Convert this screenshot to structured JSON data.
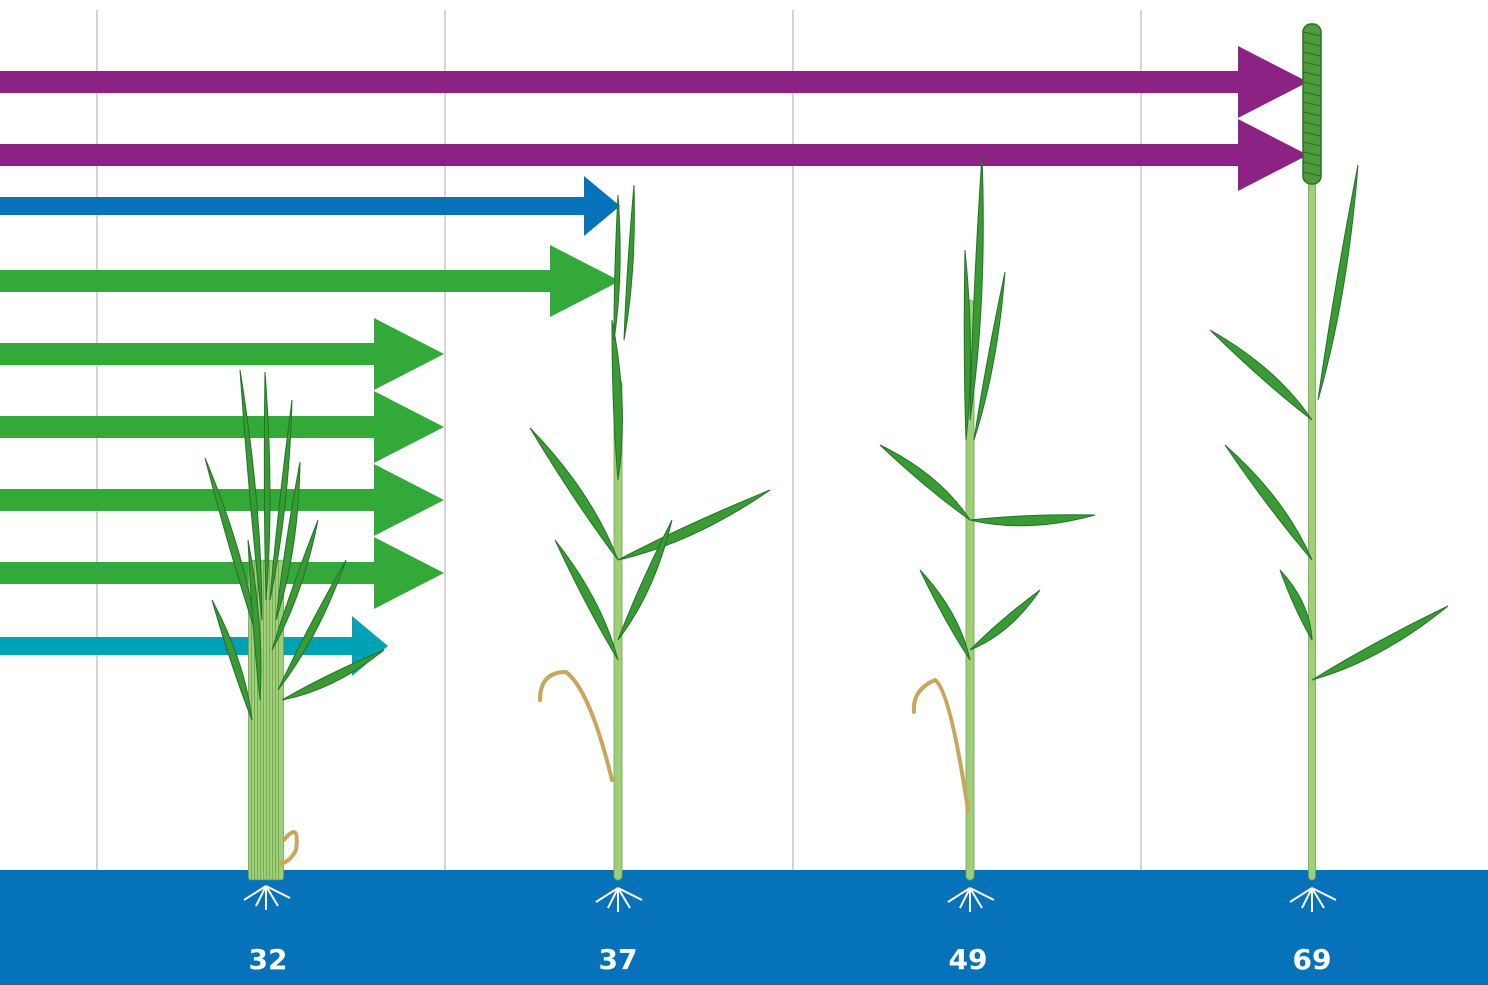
{
  "growth_stages": [
    {
      "label": "32"
    },
    {
      "label": "37"
    },
    {
      "label": "49"
    },
    {
      "label": "69"
    }
  ],
  "arrows": [
    {
      "color": "#8c2283",
      "ends_at_stage": "69"
    },
    {
      "color": "#8c2283",
      "ends_at_stage": "69"
    },
    {
      "color": "#0672b9",
      "ends_at_stage": "37"
    },
    {
      "color": "#33a939",
      "ends_at_stage": "37"
    },
    {
      "color": "#33a939",
      "ends_at_stage": "32"
    },
    {
      "color": "#33a939",
      "ends_at_stage": "32"
    },
    {
      "color": "#33a939",
      "ends_at_stage": "32"
    },
    {
      "color": "#33a939",
      "ends_at_stage": "32"
    },
    {
      "color": "#01a2b3",
      "ends_at_stage": "32"
    }
  ],
  "colors": {
    "ground": "#0672b9",
    "gridline": "#d4d4d4",
    "leaf": "#3a9a34",
    "leaf_dark": "#23722a",
    "stem": "#9fcf7a",
    "dead_leaf": "#c8a65a",
    "root": "#8a8a8a",
    "ear": "#4f9a3a"
  }
}
